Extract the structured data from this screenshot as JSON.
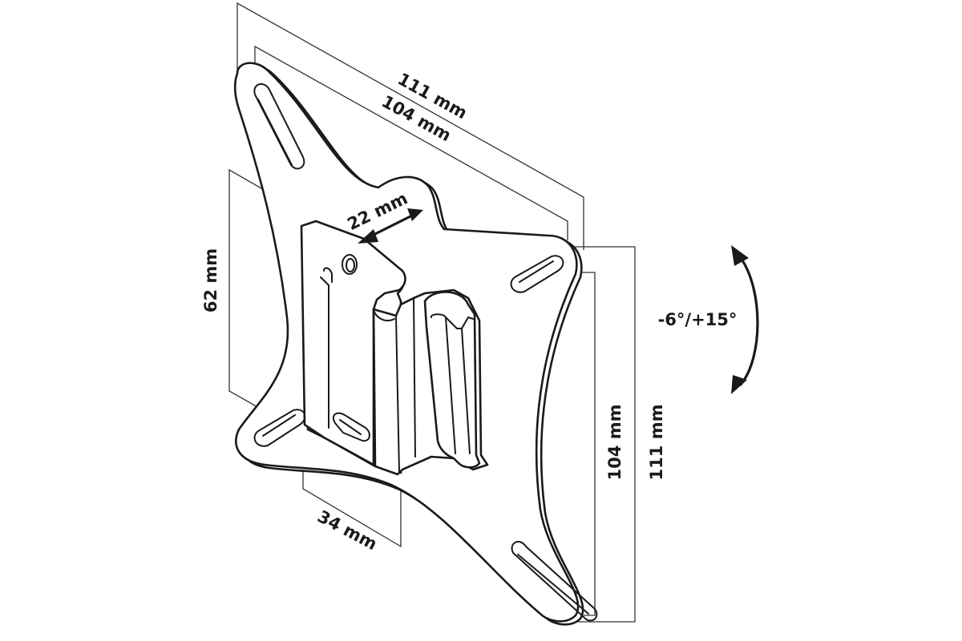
{
  "colors": {
    "line": "#1a1a1a",
    "background": "#ffffff"
  },
  "dimensions": {
    "top_outer": "111 mm",
    "top_inner": "104 mm",
    "right_inner": "104 mm",
    "right_outer": "111 mm",
    "height_bracket": "62 mm",
    "depth_bracket": "22 mm",
    "width_bracket": "34 mm"
  },
  "tilt_range": "-6°/+15°"
}
